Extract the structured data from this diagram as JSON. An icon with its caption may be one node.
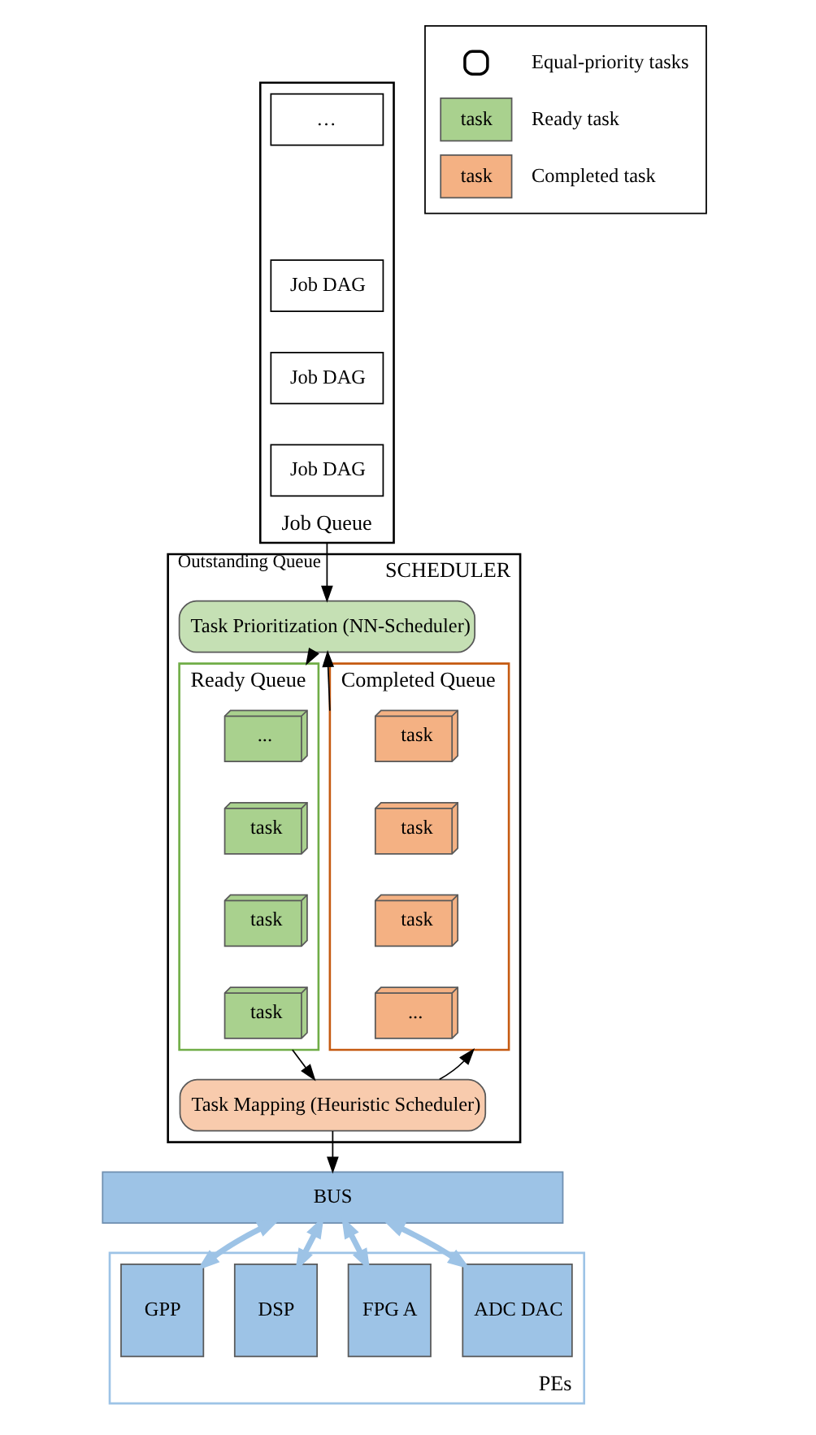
{
  "diagram": {
    "nodes": [
      {
        "text": [
          "Job Queue"
        ]
      },
      {
        "text": [
          "…"
        ],
        "in": 0
      },
      {
        "text": [
          "Job DAG"
        ],
        "in": 0
      },
      {
        "text": [
          "Job DAG"
        ],
        "in": 0
      },
      {
        "text": [
          "Job DAG"
        ],
        "in": 0
      },
      {
        "text": [
          "SCHEDULER"
        ]
      },
      {
        "text": [
          "Task Prioritization (NN-Scheduler)"
        ],
        "in": 5
      },
      {
        "text": [
          "Ready Queue"
        ],
        "in": 5
      },
      {
        "text": [
          "..."
        ],
        "in": 7
      },
      {
        "text": [
          "task"
        ],
        "in": 7
      },
      {
        "text": [
          "task"
        ],
        "in": 7
      },
      {
        "text": [
          "task"
        ],
        "in": 7
      },
      {
        "text": [
          "Completed Queue"
        ],
        "in": 5
      },
      {
        "text": [
          "task"
        ],
        "in": 12
      },
      {
        "text": [
          "task"
        ],
        "in": 12
      },
      {
        "text": [
          "task"
        ],
        "in": 12
      },
      {
        "text": [
          "..."
        ],
        "in": 12
      },
      {
        "text": [
          "Task Mapping (Heuristic Scheduler)"
        ],
        "in": 5
      },
      {
        "text": [
          "BUS"
        ]
      },
      {
        "text": [
          "PEs"
        ]
      },
      {
        "text": [
          "ADC DAC"
        ],
        "in": 19
      },
      {
        "text": [
          "FPG A"
        ],
        "in": 19
      },
      {
        "text": [
          "DSP"
        ],
        "in": 19
      },
      {
        "text": [
          "GPP"
        ],
        "in": 19
      }
    ],
    "edges": [
      {
        "from": 0,
        "to": 6,
        "arrow": "to",
        "label": "Outstanding Queue"
      },
      {
        "from": 6,
        "to": 7,
        "arrow": "to"
      },
      {
        "from": 7,
        "to": 17,
        "arrow": "to"
      },
      {
        "from": 17,
        "to": 12,
        "arrow": "to"
      },
      {
        "from": 12,
        "to": 6,
        "arrow": "to"
      },
      {
        "from": 17,
        "to": 18,
        "arrow": "to"
      },
      {
        "from": 18,
        "to": 20,
        "arrow": "both",
        "style": "thick",
        "color": "#9dc3e6"
      },
      {
        "from": 18,
        "to": 21,
        "arrow": "both",
        "style": "thick",
        "color": "#9dc3e6"
      },
      {
        "from": 18,
        "to": 22,
        "arrow": "both",
        "style": "thick",
        "color": "#9dc3e6"
      },
      {
        "from": 18,
        "to": 23,
        "arrow": "both",
        "style": "thick",
        "color": "#9dc3e6"
      }
    ],
    "labels": [
      "task",
      "task"
    ],
    "legend": [
      {
        "text": "Equal-priority tasks"
      },
      {
        "text": "Ready task",
        "color": "#a9d18e"
      },
      {
        "text": "Completed task",
        "color": "#f4b183"
      }
    ]
  }
}
